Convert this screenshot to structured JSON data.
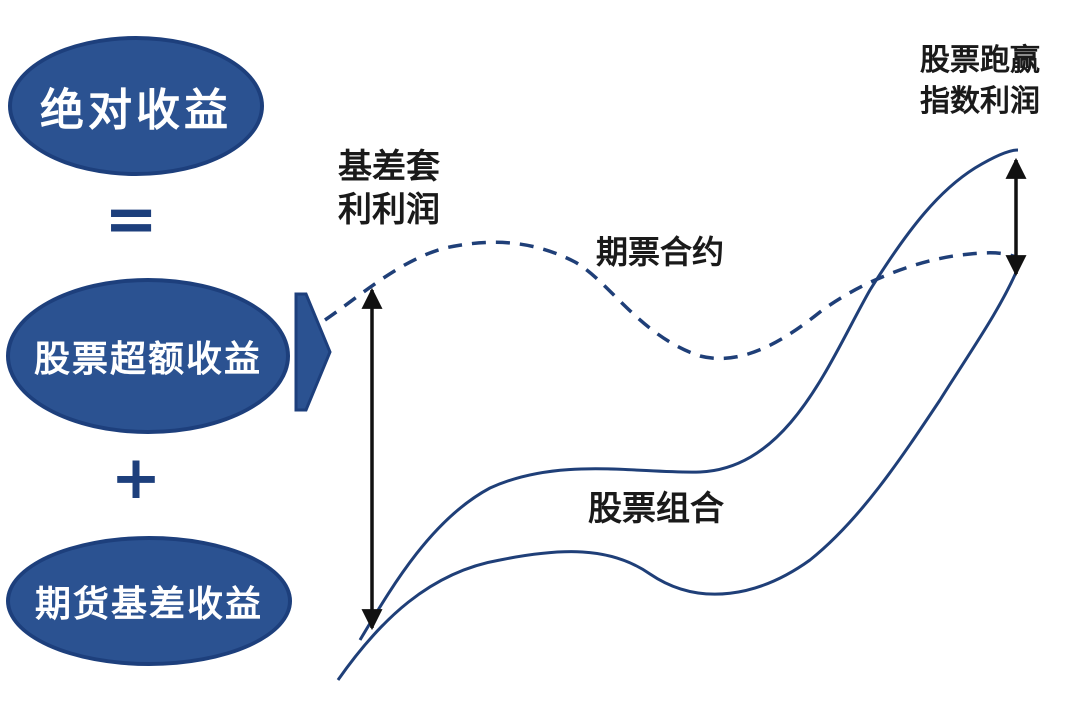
{
  "formula": {
    "absolute_return": "绝对收益",
    "equals": "=",
    "stock_excess_return": "股票超额收益",
    "plus": "+",
    "futures_basis_return": "期货基差收益"
  },
  "curves": {
    "basis_arbitrage_line1": "基差套",
    "basis_arbitrage_line2": "利利润",
    "futures_contract": "期票合约",
    "stock_portfolio": "股票组合",
    "alpha_line1": "股票跑赢",
    "alpha_line2": "指数利润"
  },
  "colors": {
    "ellipse_fill": "#2b5291",
    "ellipse_border": "#1d3f7c",
    "curve": "#1f3f78",
    "arrow_line": "#111111"
  }
}
